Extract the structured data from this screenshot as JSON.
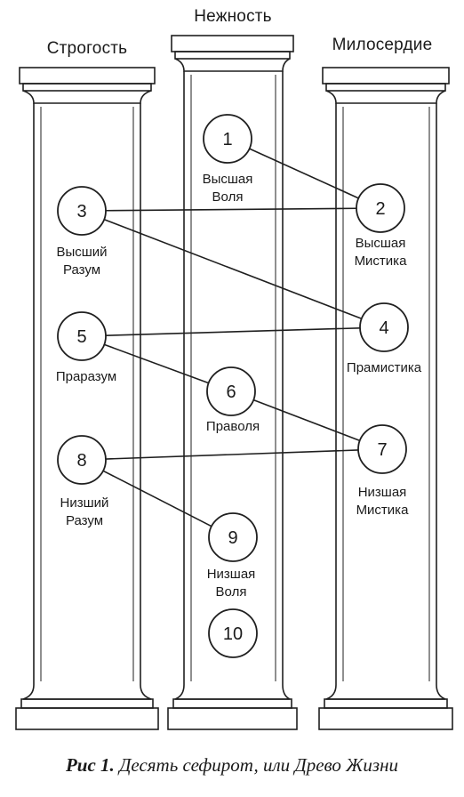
{
  "pillars": {
    "left": "Строгость",
    "center": "Нежность",
    "right": "Милосердие"
  },
  "sefirot": [
    {
      "id": "1",
      "label": [
        "Высшая",
        "Воля"
      ]
    },
    {
      "id": "2",
      "label": [
        "Высшая",
        "Мистика"
      ]
    },
    {
      "id": "3",
      "label": [
        "Высший",
        "Разум"
      ]
    },
    {
      "id": "4",
      "label": [
        "Прамистика"
      ]
    },
    {
      "id": "5",
      "label": [
        "Праразум"
      ]
    },
    {
      "id": "6",
      "label": [
        "Праволя"
      ]
    },
    {
      "id": "7",
      "label": [
        "Низшая",
        "Мистика"
      ]
    },
    {
      "id": "8",
      "label": [
        "Низший",
        "Разум"
      ]
    },
    {
      "id": "9",
      "label": [
        "Низшая",
        "Воля"
      ]
    },
    {
      "id": "10",
      "label": []
    }
  ],
  "paths": [
    [
      "1",
      "2"
    ],
    [
      "3",
      "2"
    ],
    [
      "3",
      "4"
    ],
    [
      "5",
      "4"
    ],
    [
      "5",
      "6"
    ],
    [
      "6",
      "7"
    ],
    [
      "8",
      "7"
    ],
    [
      "8",
      "9"
    ]
  ],
  "caption": {
    "prefix": "Рис 1.",
    "text": "Десять сефирот, или Древо Жизни"
  }
}
